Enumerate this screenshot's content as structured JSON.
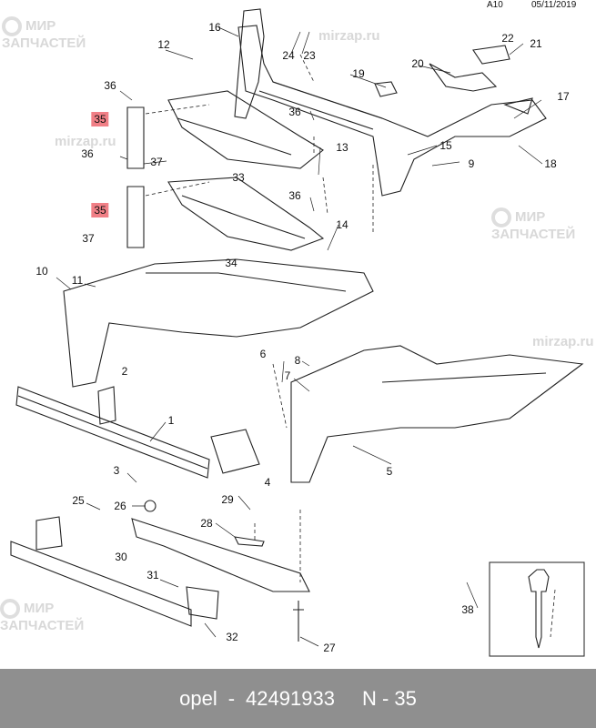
{
  "header": {
    "code": "A10",
    "date": "05/11/2019"
  },
  "watermarks": {
    "line1": "МИР",
    "line2": "ЗАПЧАСТЕЙ",
    "site": "mirzap.ru"
  },
  "callouts": [
    "1",
    "2",
    "3",
    "4",
    "5",
    "6",
    "7",
    "8",
    "9",
    "10",
    "11",
    "12",
    "13",
    "14",
    "15",
    "16",
    "17",
    "18",
    "19",
    "20",
    "21",
    "22",
    "23",
    "24",
    "25",
    "26",
    "27",
    "28",
    "29",
    "30",
    "31",
    "32",
    "33",
    "34",
    "35",
    "35",
    "36",
    "36",
    "36",
    "36",
    "37",
    "37",
    "38"
  ],
  "footer": {
    "brand": "opel",
    "sep": "-",
    "part_number": "42491933",
    "item": "N - 35"
  }
}
